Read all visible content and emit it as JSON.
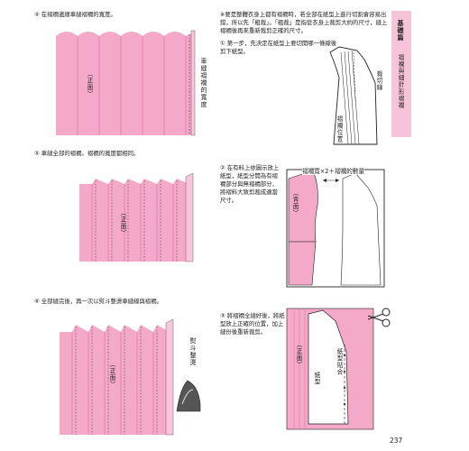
{
  "left_steps": [
    {
      "num": "④",
      "text": "在褶襉邊緣車縫褶襉的寬度。"
    },
    {
      "num": "⑤",
      "text": "車縫全部的褶襉。褶襉的寬度都相同。"
    },
    {
      "num": "⑥",
      "text": "全部縫完後，再一次以熨斗整燙車縫線與褶襉。"
    }
  ],
  "fig4": {
    "front_label": "（正面）",
    "callout": "車縫褶襉的寬度"
  },
  "fig5": {
    "front_label": "（正面）"
  },
  "fig6": {
    "front_label": "（正面）",
    "callout": "熨斗整燙"
  },
  "intro_note": "※要是整體衣身上都有褶襉時，若全部在紙型上進行切割會容易出錯，所以先「粗裁」。「粗裁」是指從衣身上裁剪大約的尺寸，縫上褶襉後再來重新裁剪正確的尺寸。",
  "right_steps": [
    {
      "num": "①",
      "text": "第一步，先決定在紙型上要切開哪一條線後剪下紙型。"
    },
    {
      "num": "②",
      "text": "在有料上依圖示放上紙型，紙型分開為有褶襉部分與無褶襉部分，將褶料大致剪裁成適當尺寸。"
    },
    {
      "num": "③",
      "text": "將褶襉全縫好後，將紙型放上正確的位置，加上縫份後重新裁剪。"
    }
  ],
  "fig1": {
    "cut_line": "裁切線",
    "pleat_pos": "褶襉位置"
  },
  "fig2": {
    "formula": "褶襉寬×2＋褶襉的數量",
    "back_label": "（背面）"
  },
  "fig3": {
    "front_label": "（正面）",
    "pattern_fit": "紙型貼合",
    "pattern": "紙型"
  },
  "side_tab": {
    "title": "基礎篇",
    "subtitle": "褶襉與細針形褶襉"
  },
  "page_number": "237",
  "colors": {
    "pink": "#f4a9c9",
    "pink_dark": "#e27ba7",
    "tab": "#f6c3d8"
  }
}
